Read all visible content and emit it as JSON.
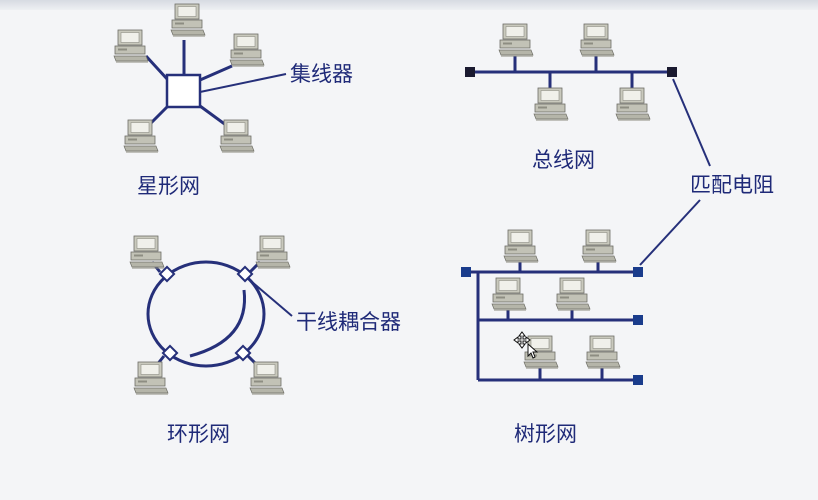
{
  "labels": {
    "star_title": "星形网",
    "hub": "集线器",
    "bus_title": "总线网",
    "terminator": "匹配电阻",
    "ring_title": "环形网",
    "coupler": "干线耦合器",
    "tree_title": "树形网"
  },
  "colors": {
    "line": "#26307a",
    "terminator": "#1a1a30",
    "computer_body": "#c9c9bd",
    "computer_shadow": "#8d8d82",
    "screen": "#f0f0ea",
    "label_blue": "#1f2a78"
  },
  "icons": [
    "computer-icon",
    "hub-icon",
    "coupler-icon",
    "terminator-icon",
    "move-cursor-icon"
  ]
}
